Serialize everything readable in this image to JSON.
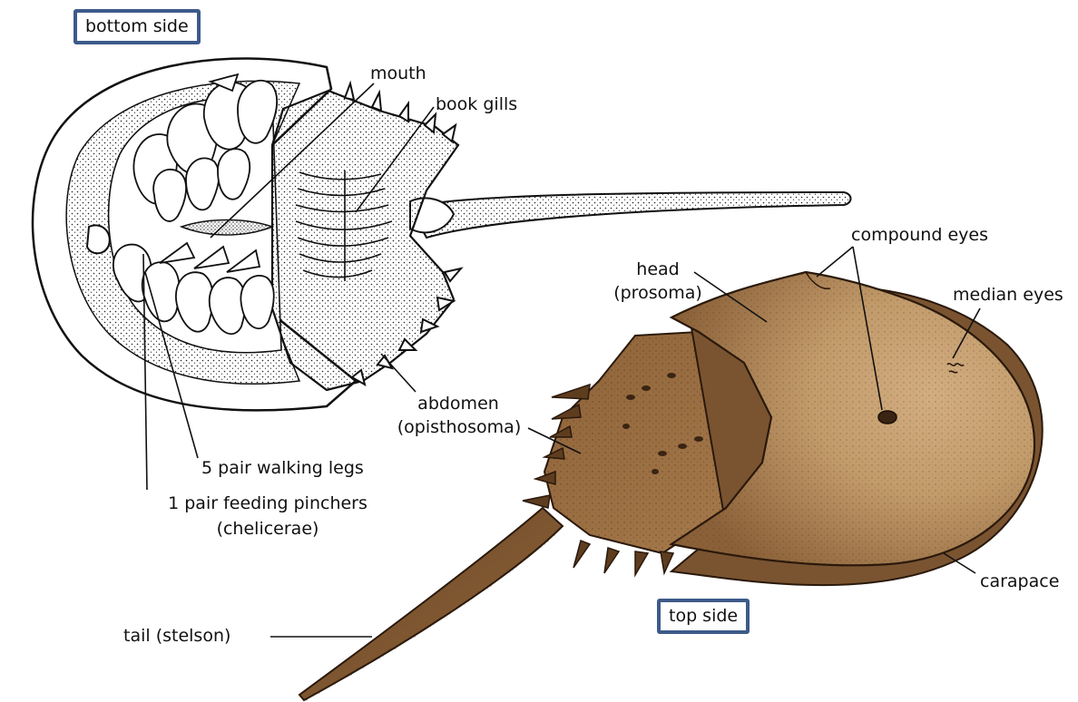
{
  "colors": {
    "box_border": "#3d5a8a",
    "shell_light": "#c9a579",
    "shell_mid": "#a57a4c",
    "shell_dark": "#7a5431",
    "ink": "#111111"
  },
  "boxes": {
    "bottom_side": "bottom side",
    "top_side": "top side"
  },
  "labels": {
    "mouth": "mouth",
    "book_gills": "book gills",
    "compound_eyes": "compound eyes",
    "head": "head",
    "head_sub": "(prosoma)",
    "median_eyes": "median eyes",
    "abdomen": "abdomen",
    "abdomen_sub": "(opisthosoma)",
    "walking_legs": "5 pair walking legs",
    "feeding_pinchers": "1 pair feeding pinchers",
    "feeding_pinchers_sub": "(chelicerae)",
    "carapace": "carapace",
    "tail": "tail (stelson)"
  }
}
